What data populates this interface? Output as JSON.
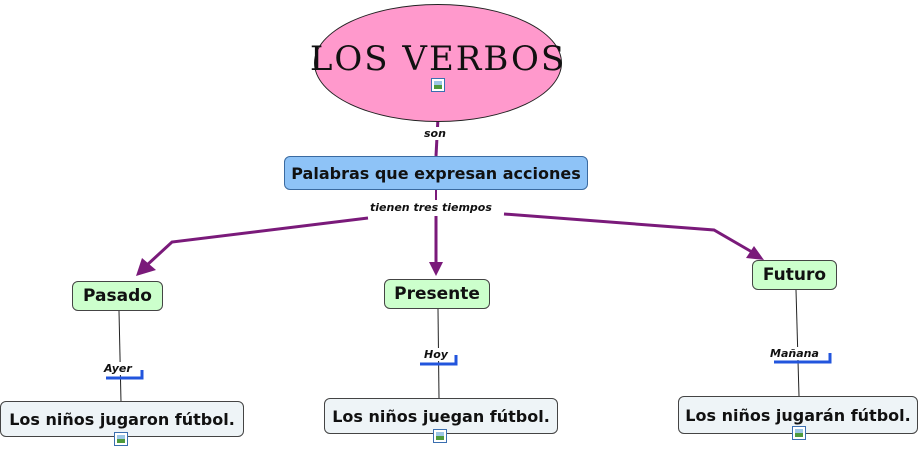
{
  "title": "LOS VERBOS",
  "link_son": "son",
  "definition": "Palabras que expresan acciones",
  "link_tiempos": "tienen tres tiempos",
  "tenses": [
    {
      "name": "Pasado",
      "time_word": "Ayer",
      "example": "Los niños jugaron fútbol."
    },
    {
      "name": "Presente",
      "time_word": "Hoy",
      "example": "Los niños juegan fútbol."
    },
    {
      "name": "Futuro",
      "time_word": "Mañana",
      "example": "Los niños jugarán fútbol."
    }
  ],
  "colors": {
    "title_fill": "#ff99cc",
    "definition_fill": "#8ec3f7",
    "tense_fill": "#ccffcc",
    "example_fill": "#eef4f7",
    "arrow": "#7a1a7a",
    "bracket": "#2255dd"
  },
  "icons": [
    "image-icon"
  ]
}
